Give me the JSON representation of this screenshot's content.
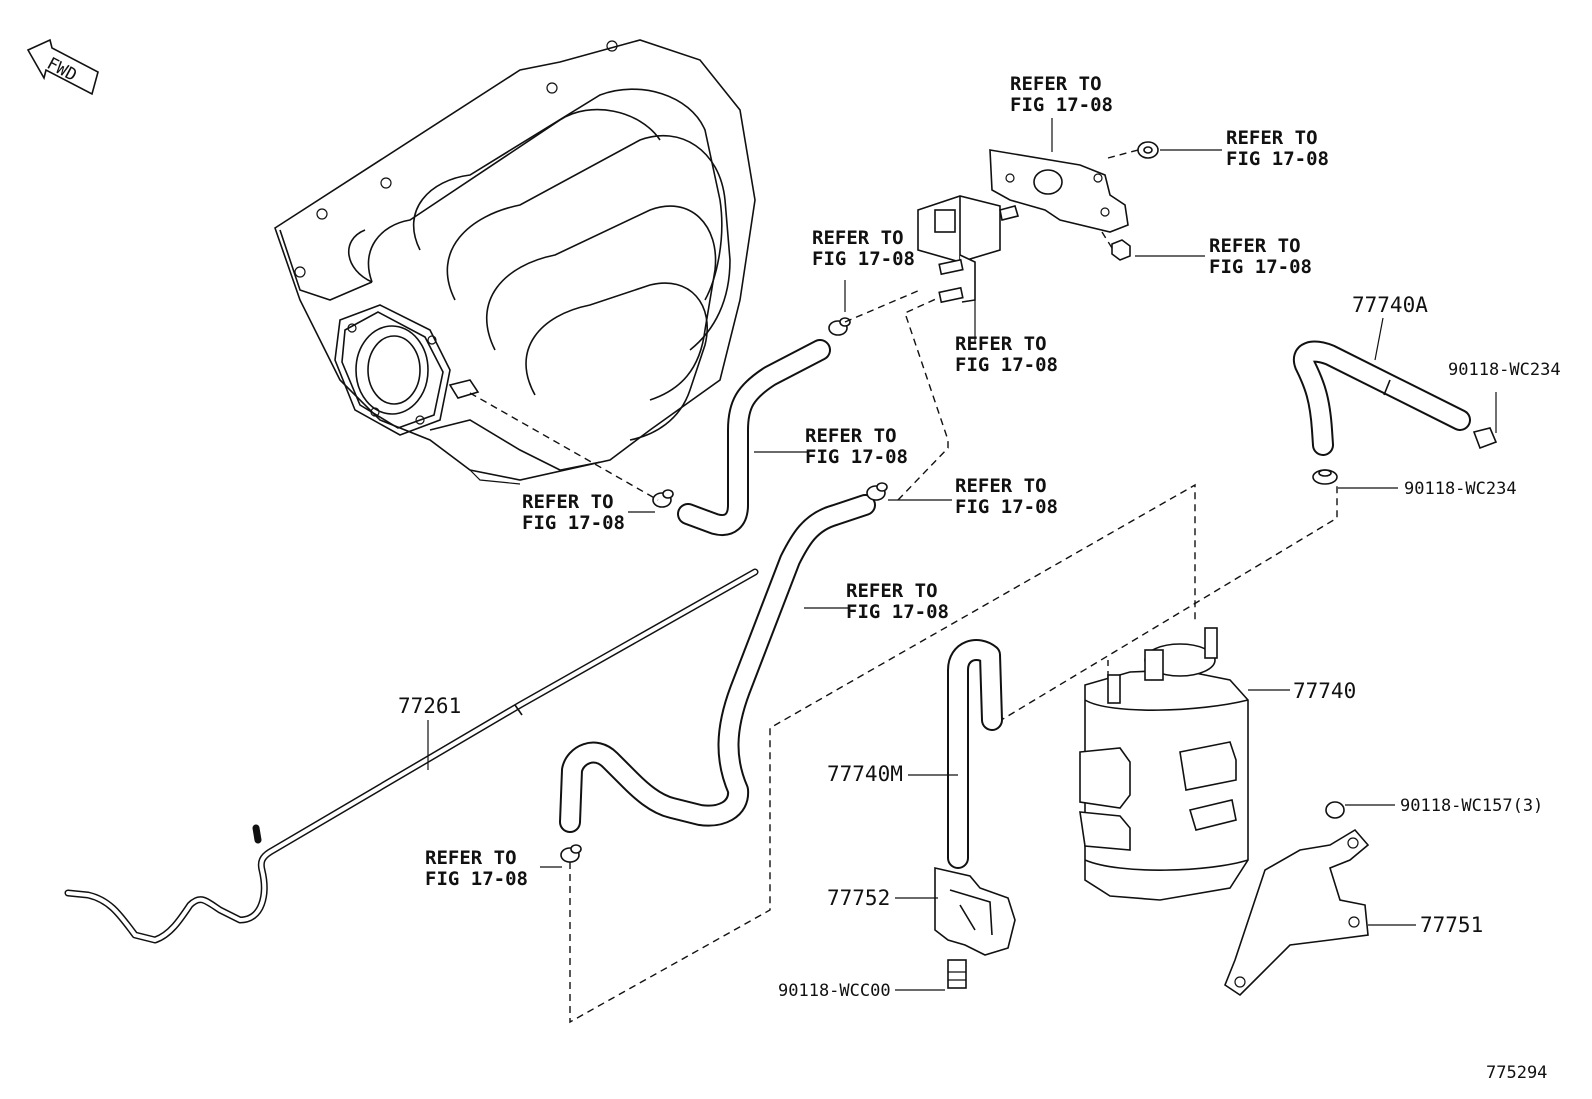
{
  "fwd": "FWD",
  "refer": {
    "line1": "REFER TO",
    "line2": "FIG 17-08"
  },
  "parts": {
    "p77740A": "77740A",
    "p77740": "77740",
    "p77740M": "77740M",
    "p77752": "77752",
    "p77751": "77751",
    "p77261": "77261",
    "clip_wc234_a": "90118-WC234",
    "clip_wc234_b": "90118-WC234",
    "clip_wc157": "90118-WC157(3)",
    "clip_wcc00": "90118-WCC00"
  },
  "illustration_number": "775294"
}
